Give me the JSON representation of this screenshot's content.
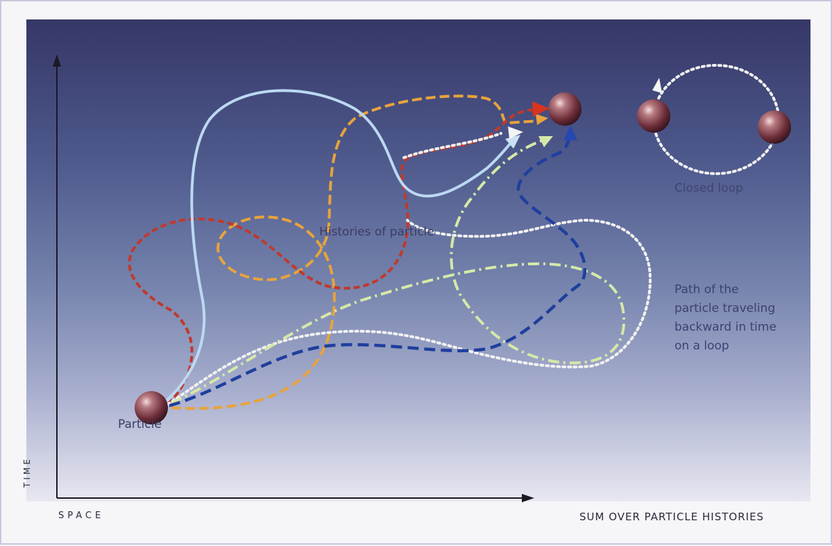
{
  "labels": {
    "histories": "Histories of particle",
    "particle": "Particle",
    "closed_loop": "Closed loop",
    "path_lines": [
      "Path of the",
      "particle traveling",
      "backward in time",
      "on a loop"
    ]
  },
  "axes": {
    "time": "TIME",
    "space": "SPACE"
  },
  "caption": "SUM OVER PARTICLE HISTORIES",
  "colors": {
    "background_top": "#353767",
    "background_bottom": "#e8e8f1",
    "path_red": "#c0392b",
    "path_orange": "#e8a33c",
    "path_lightblue": "#bcd8f2",
    "path_white": "#f2f2f2",
    "path_lightgreen": "#d6e8a8",
    "path_darkblue": "#1f3f9e",
    "particle": "#7a3b44"
  }
}
